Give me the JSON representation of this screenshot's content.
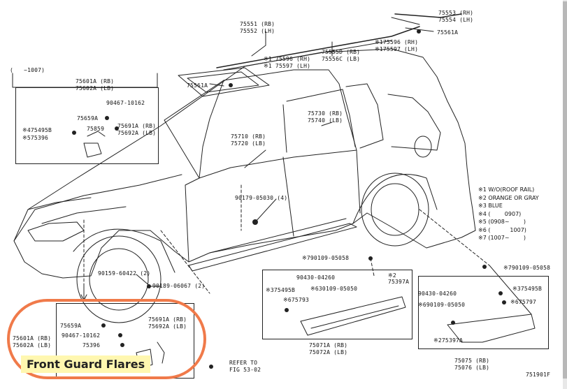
{
  "parts": {
    "roof_rail_rear_rh": "75553 (RH)",
    "roof_rail_rear_lh": "75554 (LH)",
    "roof_rail_rh": "75551 (RB)",
    "roof_rail_lh": "75552 (LH)",
    "clip_75561a_top": "75561A",
    "clip_75596_rh_top": "※175596 (RH)",
    "clip_75597_lh_top": "※175597 (LH)",
    "rail_75555": "75555D (RB)",
    "rail_75556": "75556C (LB)",
    "clip_75596_rh": "※1 75596 (RH)",
    "clip_75597_lh": "※1 75597 (LH)",
    "clip_75561a_roof": "75561A",
    "inset_front_range": "(   ~1007)",
    "inset_front_rh": "75601A (RB)",
    "inset_front_lh": "75602A (LB)",
    "inset_90467": "90467-10162",
    "inset_75659a": "75659A",
    "inset_75691a": "75691A (RB)",
    "inset_75692a": "75692A (LB)",
    "inset_75495b": "※475495B",
    "inset_75859": "75859",
    "inset_75396": "※575396",
    "window_rh": "75730 (RB)",
    "window_lh": "75740 (LB)",
    "door_rh": "75710 (RB)",
    "door_lh": "75720 (LB)",
    "clip_90179": "90179-05030 (4)",
    "clip_90159": "90159-60422 (2)",
    "clip_90189": "90189-06067 (2)",
    "clip_790109_mid": "※790109-05058",
    "clip_90430_mid": "90430-04260",
    "clip_2_mid": "※2",
    "clip_75397a_mid": "75397A",
    "clip_375495b": "※375495B",
    "clip_630109": "※630109-05050",
    "clip_675793": "※675793",
    "rocker_rh": "75071A (RB)",
    "rocker_lh": "75072A (LB)",
    "clip_790109_right": "※790109-05058",
    "clip_90430_right": "90430-04260",
    "clip_375495b_right": "※375495B",
    "clip_690109_right": "※690109-05050",
    "clip_675797": "※675797",
    "clip_275397a": "※275397A",
    "rear_rh": "75075 (RB)",
    "rear_lh": "75076 (LB)",
    "bottom_75601a": "75601A (RB)",
    "bottom_75602a": "75602A (LB)",
    "bottom_75659a": "75659A",
    "bottom_90467": "90467-10162",
    "bottom_75396": "75396",
    "bottom_75691a": "75691A (RB)",
    "bottom_75692a": "75692A (LB)",
    "refer_to": "REFER TO",
    "refer_fig": "FIG 53-02",
    "figure_code": "751901F"
  },
  "notes": [
    "※1 W/O(ROOF RAIL)",
    "※2 ORANGE OR GRAY",
    "※3 BLUE",
    "※4 (        0907)",
    "※5 (0908~        )",
    "※6 (           1007)",
    "※7 (1007~        )"
  ],
  "highlight": {
    "label": "Front Guard Flares",
    "color": "#f07a4a"
  }
}
